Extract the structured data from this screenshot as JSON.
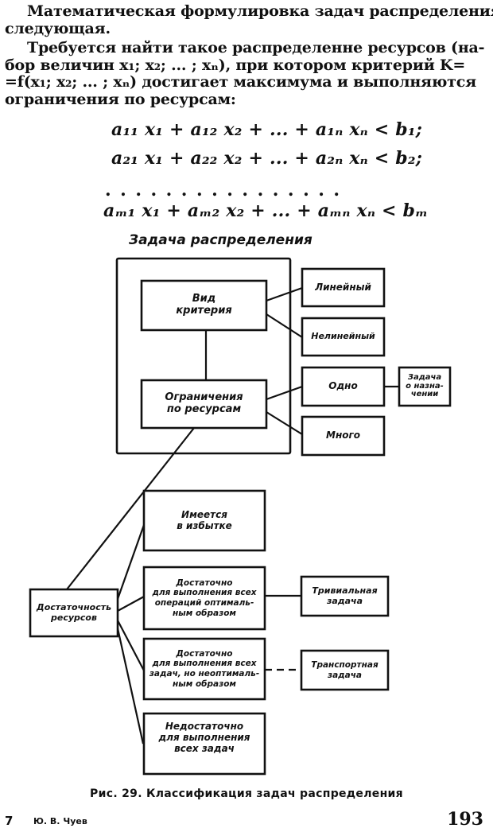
{
  "text": {
    "para1": [
      "Математическая формулировка задач распределения",
      "следующая."
    ],
    "para2": [
      "Требуется найти такое распределенне ресурсов (на-",
      "бор величин x₁; x₂; ... ; xₙ), при котором критерий K=",
      "=f(x₁; x₂; ... ; xₙ) достигает максимума и выполняются",
      "ограничения  по  ресурсам:"
    ]
  },
  "equations": [
    "a₁₁ x₁ + a₁₂ x₂ + ... + a₁ₙ xₙ < b₁;",
    "a₂₁ x₁ + a₂₂ x₂ + ... + a₂ₙ xₙ < b₂;",
    "aₘ₁ x₁ + aₘ₂ x₂ + ... + aₘₙ xₙ < bₘ"
  ],
  "dots_row": "................",
  "diagram": {
    "title": "Задача распределения",
    "boxes": {
      "criterion_type": [
        "Вид",
        "критерия"
      ],
      "resource_constraints": [
        "Ограничения",
        "по ресурсам"
      ],
      "linear": [
        "Линейный"
      ],
      "nonlinear": [
        "Нелинейный"
      ],
      "one": [
        "Одно"
      ],
      "many": [
        "Много"
      ],
      "assignment_problem": [
        "Задача",
        "о назна-",
        "чении"
      ],
      "surplus": [
        "Имеется",
        "в избытке"
      ],
      "sufficient_optimal": [
        "Достаточно",
        "для выполнения всех",
        "операций оптималь-",
        "ным образом"
      ],
      "sufficient_nonoptimal": [
        "Достаточно",
        "для выполнения всех",
        "задач, но неоптималь-",
        "ным образом"
      ],
      "insufficient": [
        "Недостаточно",
        "для выполнения",
        "всех задач"
      ],
      "resource_sufficiency": [
        "Достаточность",
        "ресурсов"
      ],
      "trivial_problem": [
        "Тривиальная",
        "задача"
      ],
      "transport_problem": [
        "Транспортная",
        "задача"
      ]
    }
  },
  "caption": "Рис. 29. Классификация задач распределения",
  "footer": {
    "signature": "7",
    "author": "Ю. В. Чуев",
    "page_number": "193"
  }
}
